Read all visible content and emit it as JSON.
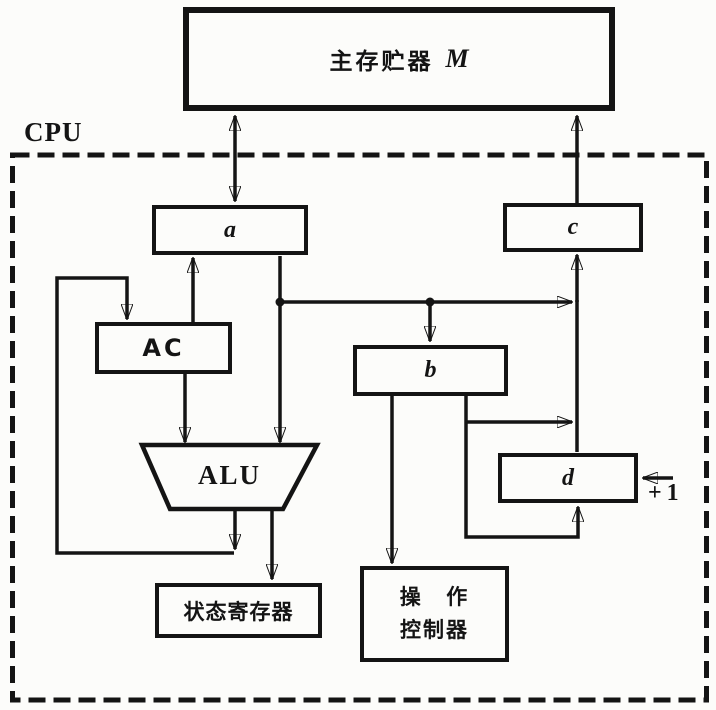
{
  "diagram": {
    "cpu_label": "CPU",
    "plus_one": "+1",
    "blocks": {
      "main_memory": {
        "label": "主存贮器",
        "symbol": "M"
      },
      "register_a": {
        "symbol": "a"
      },
      "register_b": {
        "symbol": "b"
      },
      "register_c": {
        "symbol": "c"
      },
      "register_d": {
        "symbol": "d"
      },
      "accumulator": {
        "label": "AC"
      },
      "alu": {
        "label": "ALU"
      },
      "status_register": {
        "label": "状态寄存器"
      },
      "operation_controller": {
        "line1": "操   作",
        "line2": "控制器"
      }
    }
  }
}
